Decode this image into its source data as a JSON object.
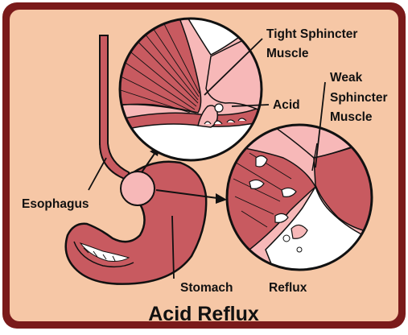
{
  "title": "Acid Reflux",
  "labels": {
    "tight_sphincter_line1": "Tight Sphincter",
    "tight_sphincter_line2": "Muscle",
    "acid": "Acid",
    "weak_line1": "Weak",
    "weak_line2": "Sphincter",
    "weak_line3": "Muscle",
    "esophagus": "Esophagus",
    "stomach": "Stomach",
    "reflux": "Reflux"
  },
  "colors": {
    "frame": "#7a1a1a",
    "background": "#f6c7a6",
    "muscle": "#c85a60",
    "tissue_light": "#f7b8b8",
    "acid_white": "#ffffff",
    "outline": "#111111"
  }
}
